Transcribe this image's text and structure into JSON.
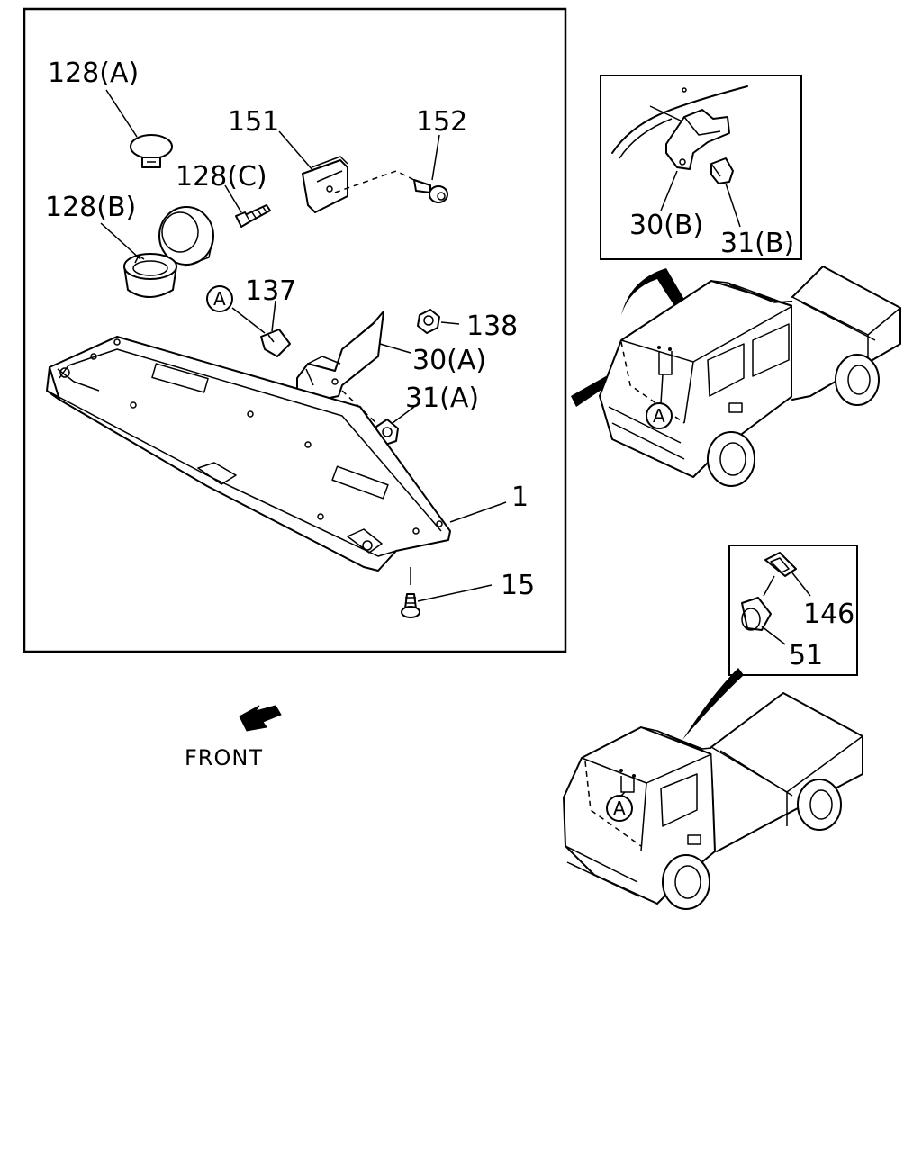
{
  "labels": {
    "p128a": "128(A)",
    "p151": "151",
    "p152": "152",
    "p128c": "128(C)",
    "p128b": "128(B)",
    "p137": "137",
    "p138": "138",
    "p30a": "30(A)",
    "p31a": "31(A)",
    "p1": "1",
    "p15": "15",
    "p30b": "30(B)",
    "p31b": "31(B)",
    "p146": "146",
    "p51": "51",
    "front": "FRONT"
  },
  "callouts": {
    "a_main": "A",
    "a_truck1": "A",
    "a_truck2": "A"
  },
  "icons": [
    "front-arrow-icon",
    "callout-a-icon"
  ]
}
